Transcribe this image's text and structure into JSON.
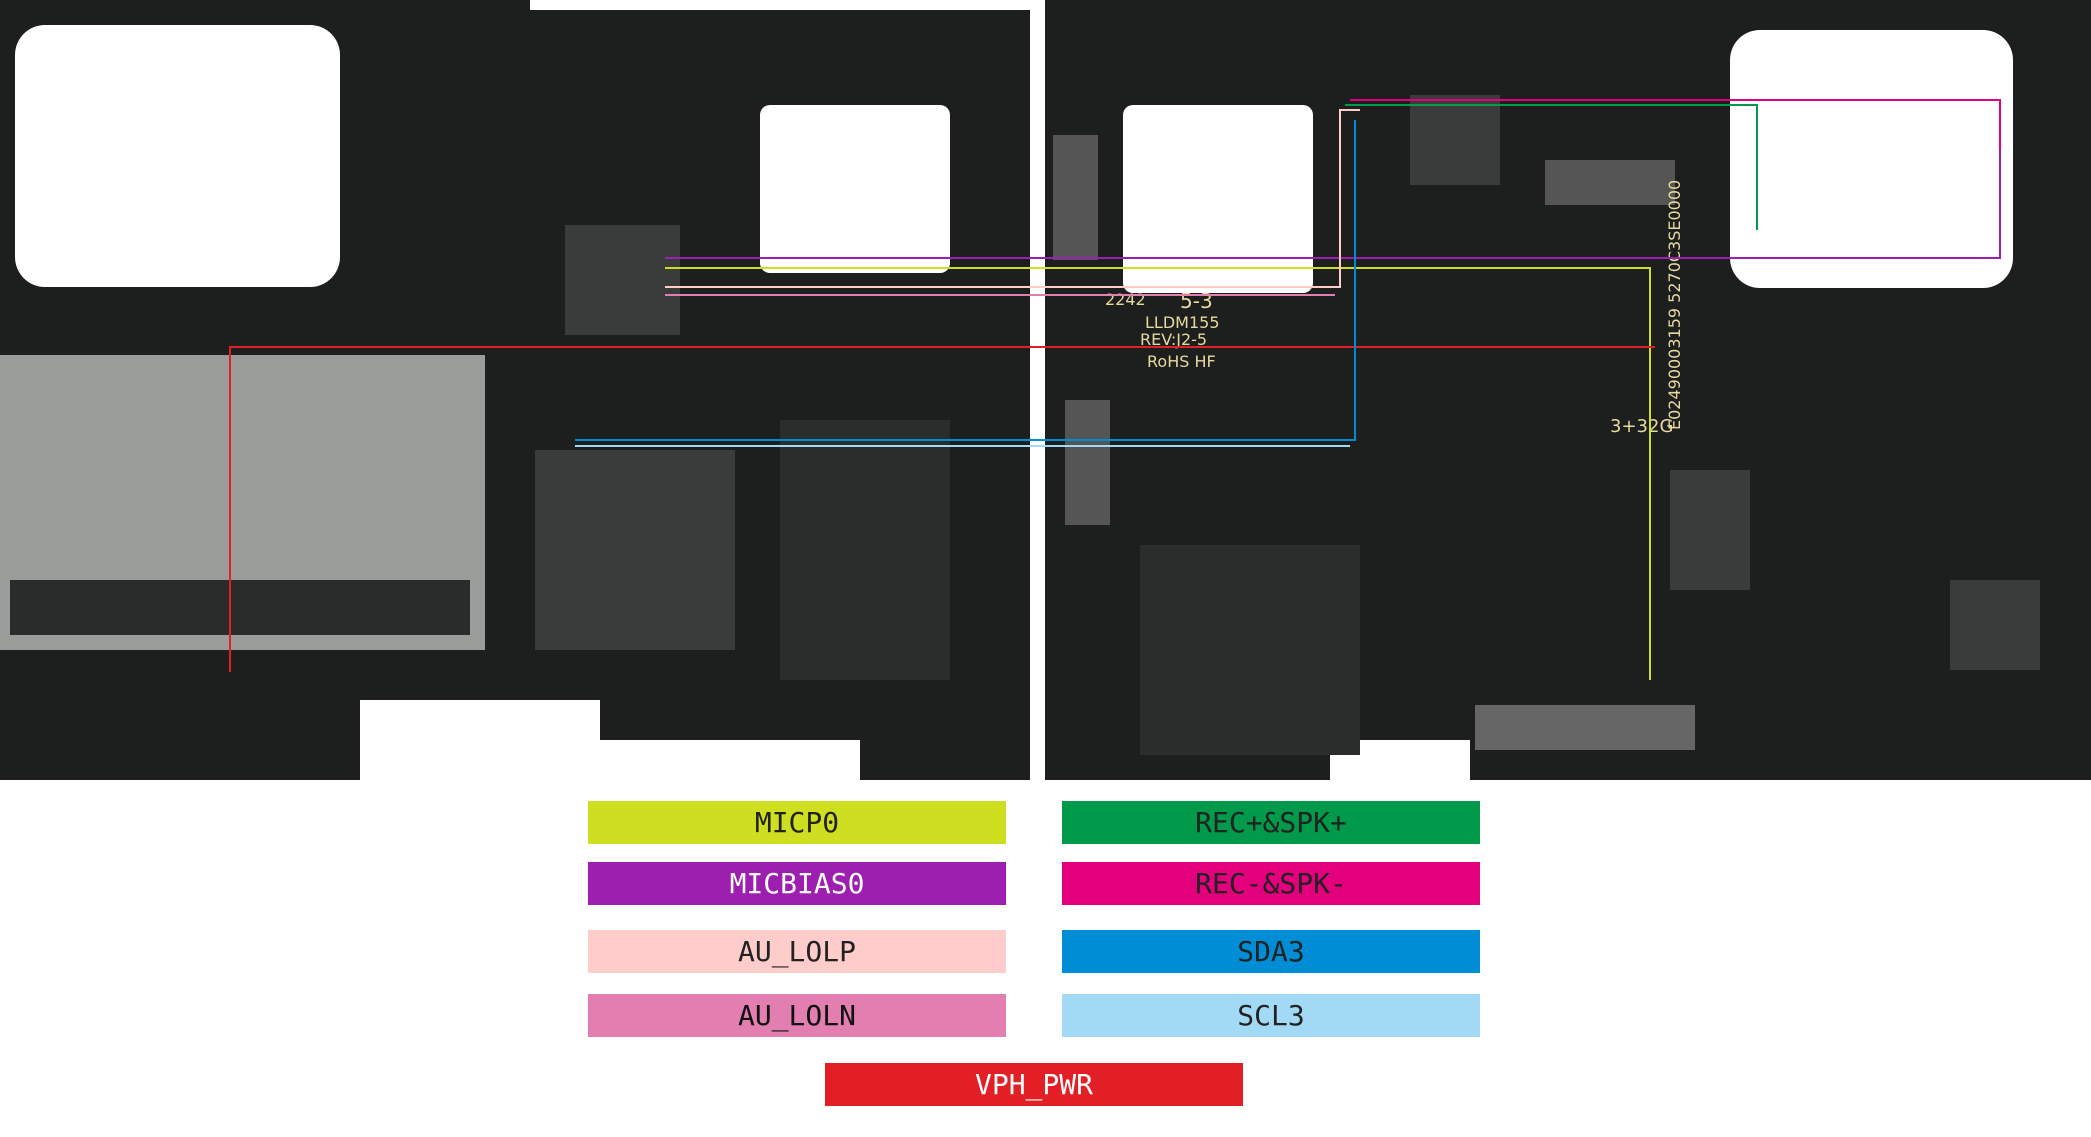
{
  "board_silkscreen": {
    "model": "LLDM155",
    "rev": "REV:J2-5",
    "rohs": "RoHS HF",
    "code1": "2242",
    "code2": "5-3",
    "side_code": "3+32G",
    "serial": "E02490003159 5270C3SE0000"
  },
  "legend": [
    {
      "label": "MICP0",
      "color": "#cddf20",
      "text_color": "#222222"
    },
    {
      "label": "REC+&SPK+",
      "color": "#009a4a",
      "text_color": "#222222"
    },
    {
      "label": "MICBIAS0",
      "color": "#9c1fb0",
      "text_color": "#ffffff"
    },
    {
      "label": "REC-&SPK-",
      "color": "#e2007c",
      "text_color": "#222222"
    },
    {
      "label": "AU_LOLP",
      "color": "#fdcccb",
      "text_color": "#222222"
    },
    {
      "label": "SDA3",
      "color": "#008dd5",
      "text_color": "#222222"
    },
    {
      "label": "AU_LOLN",
      "color": "#e27fb0",
      "text_color": "#111111"
    },
    {
      "label": "SCL3",
      "color": "#a2d9f5",
      "text_color": "#222222"
    },
    {
      "label": "VPH_PWR",
      "color": "#e31f26",
      "text_color": "#ffffff"
    }
  ]
}
